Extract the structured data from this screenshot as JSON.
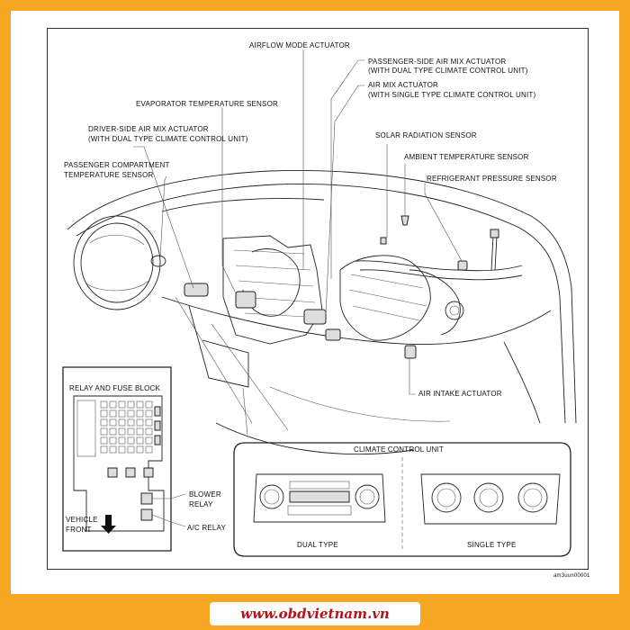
{
  "labels": {
    "airflow_mode_actuator": "AIRFLOW MODE ACTUATOR",
    "passenger_air_mix_1": "PASSENGER-SIDE AIR MIX ACTUATOR",
    "passenger_air_mix_2": "(WITH DUAL TYPE CLIMATE CONTROL UNIT)",
    "air_mix_1": "AIR MIX ACTUATOR",
    "air_mix_2": "(WITH SINGLE TYPE CLIMATE CONTROL UNIT)",
    "evaporator_temp_sensor": "EVAPORATOR TEMPERATURE SENSOR",
    "driver_air_mix_1": "DRIVER-SIDE AIR MIX ACTUATOR",
    "driver_air_mix_2": "(WITH DUAL TYPE CLIMATE CONTROL UNIT)",
    "solar_radiation_sensor": "SOLAR RADIATION SENSOR",
    "ambient_temp_sensor": "AMBIENT TEMPERATURE SENSOR",
    "passenger_comp_temp_1": "PASSENGER COMPARTMENT",
    "passenger_comp_temp_2": "TEMPERATURE SENSOR",
    "refrigerant_pressure_sensor": "REFRIGERANT PRESSURE SENSOR",
    "air_intake_actuator": "AIR INTAKE ACTUATOR",
    "relay_fuse_block": "RELAY AND FUSE BLOCK",
    "blower_relay_1": "BLOWER",
    "blower_relay_2": "RELAY",
    "ac_relay": "A/C RELAY",
    "vehicle_front_1": "VEHICLE",
    "vehicle_front_2": "FRONT",
    "climate_control_unit": "CLIMATE CONTROL UNIT",
    "dual_type": "DUAL TYPE",
    "single_type": "SINGLE TYPE",
    "figure_code": "am3uun00001"
  },
  "footer": {
    "website": "www.obdvietnam.vn"
  },
  "colors": {
    "background": "#f5a623",
    "website_text": "#b5121b"
  }
}
